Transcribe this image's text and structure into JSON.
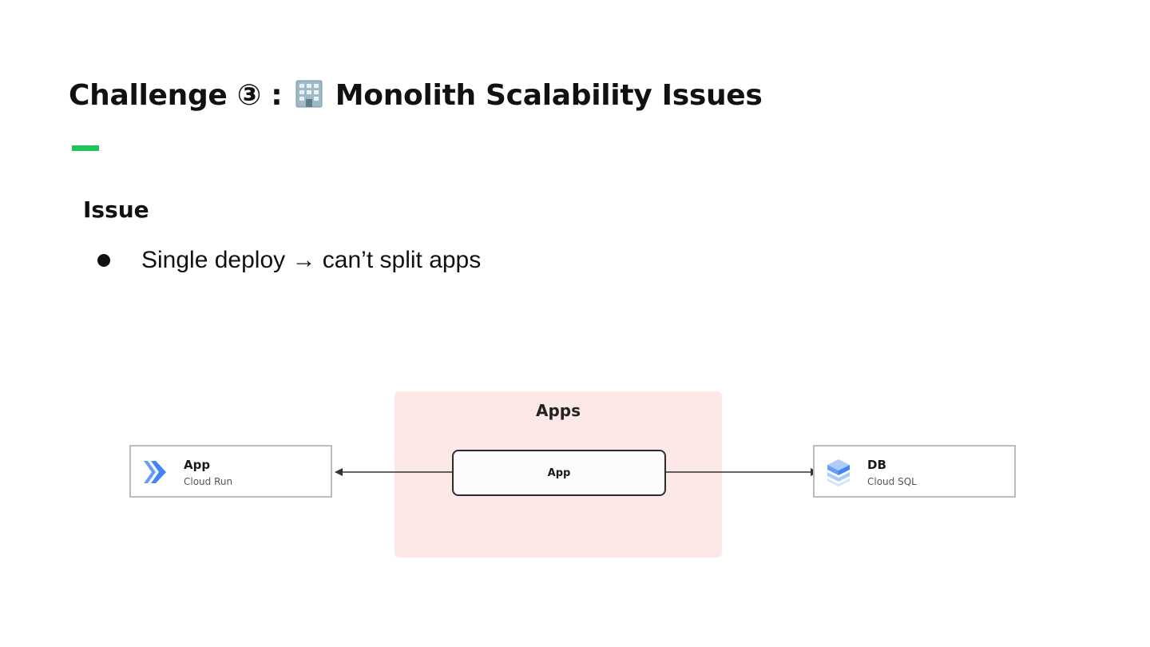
{
  "slide": {
    "title_prefix": "Challenge ③ :",
    "title_main": "Monolith Scalability Issues",
    "section_heading": "Issue",
    "bullets": [
      {
        "text": "Single deploy → can’t split apps"
      }
    ]
  },
  "diagram": {
    "group": {
      "label": "Apps"
    },
    "center_node": {
      "label": "App"
    },
    "left_card": {
      "title": "App",
      "subtitle": "Cloud Run",
      "icon": "cloud-run-icon"
    },
    "right_card": {
      "title": "DB",
      "subtitle": "Cloud SQL",
      "icon": "cloud-sql-icon"
    }
  },
  "colors": {
    "accent": "#1fc45a",
    "group_fill": "#fde8e8",
    "cloud_run_blue": "#4285f4",
    "cloud_sql_blue": "#aecbfa",
    "text": "#111111",
    "border": "#bdbdbd"
  },
  "icons": {
    "title_icon": "building-icon",
    "bullet": "bullet-dot"
  }
}
